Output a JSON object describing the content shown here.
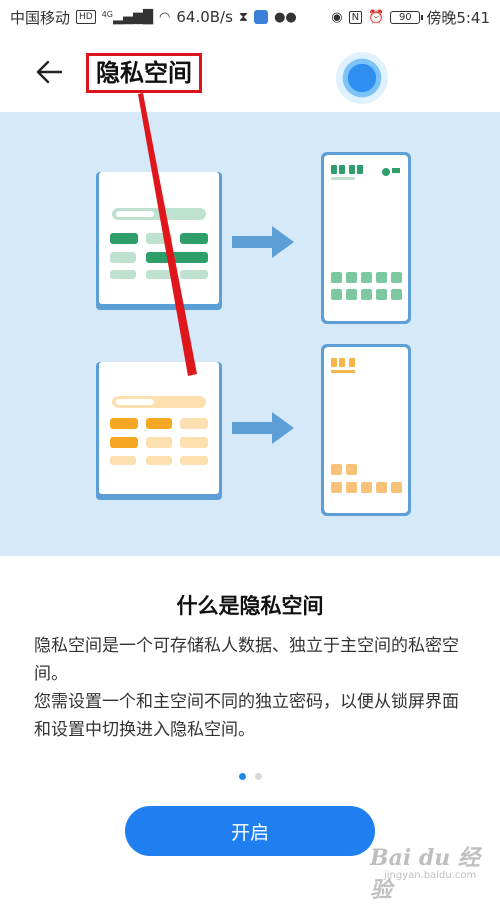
{
  "status_bar": {
    "carrier": "中国移动",
    "hd_badge": "HD",
    "network_badge": "4G",
    "net_speed": "64.0B/s",
    "battery": "90",
    "time": "傍晚5:41"
  },
  "header": {
    "title": "隐私空间"
  },
  "content": {
    "heading": "什么是隐私空间",
    "paragraph_1": "隐私空间是一个可存储私人数据、独立于主空间的私密空间。",
    "paragraph_2": "您需设置一个和主空间不同的独立密码，以便从锁屏界面和设置中切换进入隐私空间。"
  },
  "pager": {
    "active_index": 0,
    "count": 2
  },
  "actions": {
    "primary_label": "开启"
  },
  "watermark": {
    "brand": "Bai du 经验",
    "sub": "jingyan.baidu.com"
  },
  "colors": {
    "accent": "#1f7ff0",
    "annotation": "#d9141b",
    "illustration_bg": "#d6e9f8",
    "green": "#2e9e6a",
    "orange": "#f5a623"
  }
}
